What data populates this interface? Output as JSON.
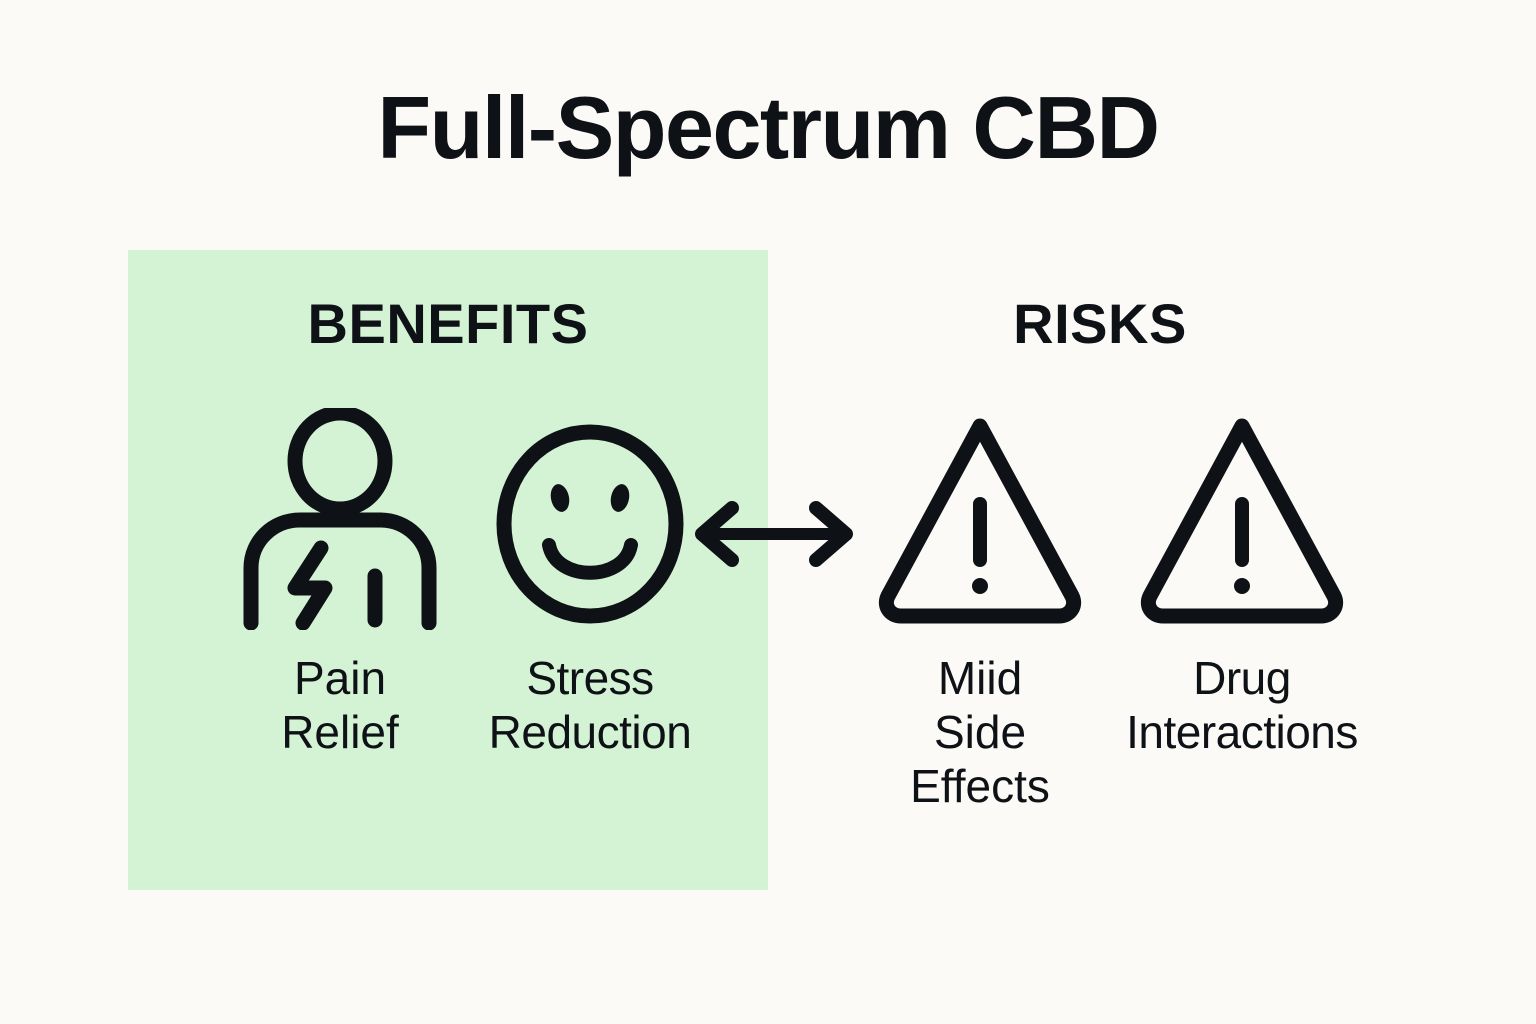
{
  "page": {
    "title": "Full-Spectrum CBD",
    "background_color": "#FBFAF6",
    "text_color": "#0E1116"
  },
  "benefits": {
    "heading": "BENEFITS",
    "panel_color": "#D4F3D4",
    "items": [
      {
        "label": "Pain\nRelief",
        "icon": "person-with-lightning-bolt-icon"
      },
      {
        "label": "Stress\nReduction",
        "icon": "smiley-face-icon"
      }
    ]
  },
  "risks": {
    "heading": "RISKS",
    "items": [
      {
        "label": "Miid\nSide\nEffects",
        "icon": "warning-triangle-icon"
      },
      {
        "label": "Drug\nInteractions",
        "icon": "warning-triangle-icon"
      }
    ]
  },
  "connector": {
    "icon": "double-headed-arrow-icon"
  }
}
